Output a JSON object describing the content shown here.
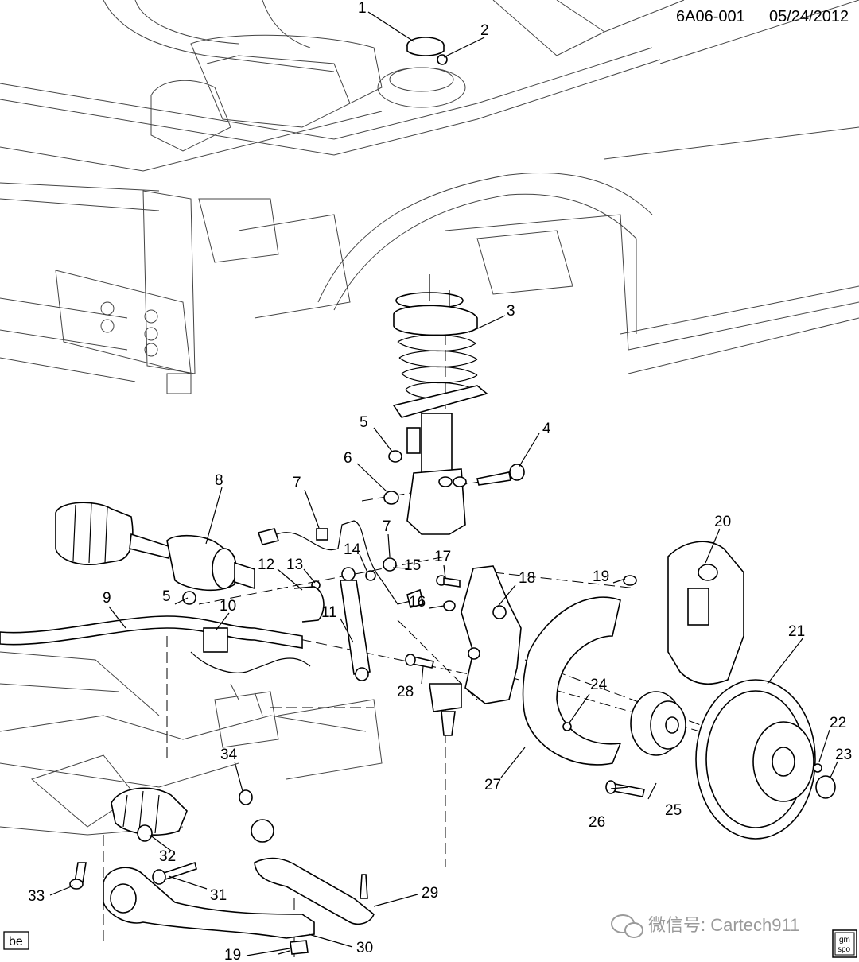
{
  "header": {
    "doc_id": "6A06-001",
    "date": "05/24/2012"
  },
  "footer": {
    "view_code": "be",
    "watermark": "微信号: Cartech911",
    "logo_lines": [
      "gm",
      "spo"
    ]
  },
  "callouts": {
    "c1": "1",
    "c2": "2",
    "c3": "3",
    "c4": "4",
    "c5a": "5",
    "c5b": "5",
    "c6": "6",
    "c7a": "7",
    "c7b": "7",
    "c8": "8",
    "c9": "9",
    "c10": "10",
    "c11": "11",
    "c12": "12",
    "c13": "13",
    "c14": "14",
    "c15": "15",
    "c16": "16",
    "c17": "17",
    "c18": "18",
    "c19a": "19",
    "c19b": "19",
    "c20": "20",
    "c21": "21",
    "c22": "22",
    "c23": "23",
    "c24": "24",
    "c25": "25",
    "c26": "26",
    "c27": "27",
    "c28": "28",
    "c29": "29",
    "c30": "30",
    "c31": "31",
    "c32": "32",
    "c33": "33",
    "c34": "34"
  }
}
